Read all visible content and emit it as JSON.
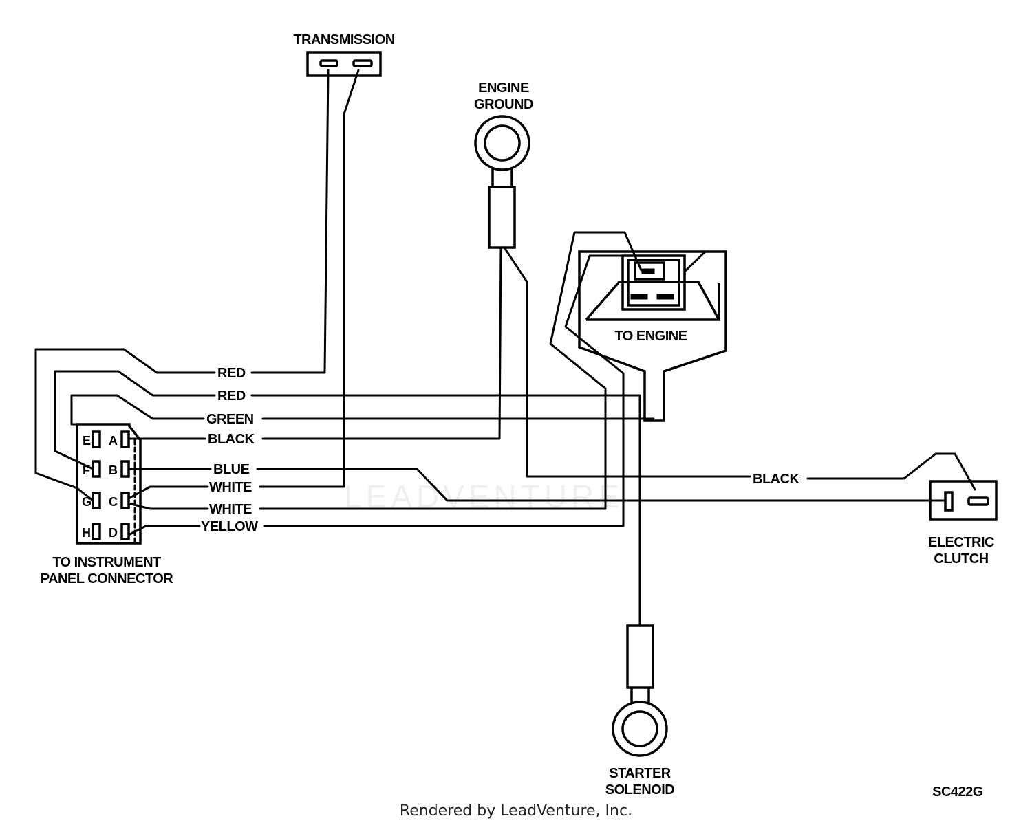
{
  "components": {
    "transmission": "TRANSMISSION",
    "engine_ground_1": "ENGINE",
    "engine_ground_2": "GROUND",
    "to_engine": "TO ENGINE",
    "electric_clutch_1": "ELECTRIC",
    "electric_clutch_2": "CLUTCH",
    "starter_solenoid_1": "STARTER",
    "starter_solenoid_2": "SOLENOID",
    "instrument_panel_1": "TO INSTRUMENT",
    "instrument_panel_2": "PANEL CONNECTOR"
  },
  "wires": {
    "red_1": "RED",
    "red_2": "RED",
    "green": "GREEN",
    "black_1": "BLACK",
    "blue": "BLUE",
    "white_1": "WHITE",
    "white_2": "WHITE",
    "yellow": "YELLOW",
    "black_2": "BLACK"
  },
  "connector_pins": {
    "left": [
      "E",
      "F",
      "G",
      "H"
    ],
    "right": [
      "A",
      "B",
      "C",
      "D"
    ]
  },
  "part_number": "SC422G",
  "footer": "Rendered by LeadVenture, Inc.",
  "watermark": "LEADVENTURE"
}
